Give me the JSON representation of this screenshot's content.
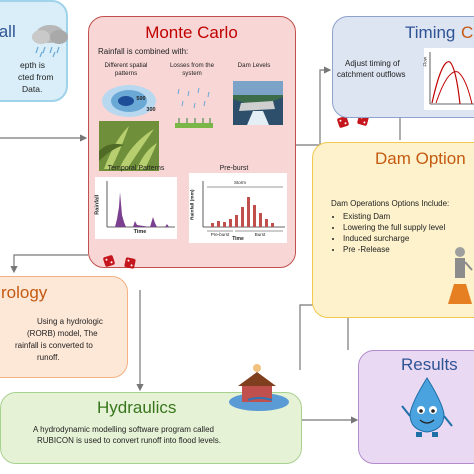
{
  "rainfall": {
    "title": "fall",
    "lines": [
      "epth is",
      "cted from",
      "Data."
    ]
  },
  "montecarlo": {
    "title": "Monte Carlo",
    "intro": "Rainfall is combined with:",
    "items": [
      {
        "label": "Different spatial patterns"
      },
      {
        "label": "Losses from the system"
      },
      {
        "label": "Dam Levels"
      }
    ],
    "map_values": [
      "500",
      "300"
    ],
    "temporal": {
      "title": "Temporal Patterns",
      "ylabel": "Rainfall",
      "xlabel": "Time"
    },
    "preburst": {
      "title": "Pre-burst",
      "ylabel": "Rainfall (mm)",
      "xlabel": "Time",
      "top_label": "Storm",
      "bottom_left": "Pre-burst",
      "bottom_right": "Burst"
    }
  },
  "timing": {
    "title": "Timing",
    "lines": [
      "Adjust timing of",
      "catchment outflows"
    ],
    "graph_ylabel": "Flow",
    "title_tail": "C"
  },
  "dam": {
    "title": "Dam Option",
    "intro": "Dam Operations Options Include:",
    "options": [
      "Existing Dam",
      "Lowering the full supply level",
      "Induced surcharge",
      "Pre -Release"
    ]
  },
  "hydrology": {
    "title": "rology",
    "lines": [
      "Using a hydrologic",
      "(RORB) model, The",
      "rainfall is converted to",
      "runoff."
    ]
  },
  "hydraulics": {
    "title": "Hydraulics",
    "lines": [
      "A hydrodynamic modelling software program called",
      "RUBICON is used to convert runoff into flood levels."
    ]
  },
  "results": {
    "title": "Results"
  },
  "colors": {
    "rainfall_fill": "#d9eef8",
    "rainfall_border": "#9fd3ea",
    "mc_fill": "#f9d6d6",
    "mc_border": "#c0504d",
    "timing_fill": "#dde4f2",
    "timing_border": "#8ea2cc",
    "dam_fill": "#fdf2cc",
    "dam_border": "#f2c94c",
    "hydrology_fill": "#fde7d6",
    "hydrology_border": "#f4b183",
    "hydraulics_fill": "#e6f2d6",
    "hydraulics_border": "#a9d18e",
    "results_fill": "#ead9f2",
    "results_border": "#b48ccd",
    "title_red": "#c00000",
    "title_blue": "#2f5496",
    "title_orange": "#c55a11",
    "title_green": "#38761d"
  }
}
